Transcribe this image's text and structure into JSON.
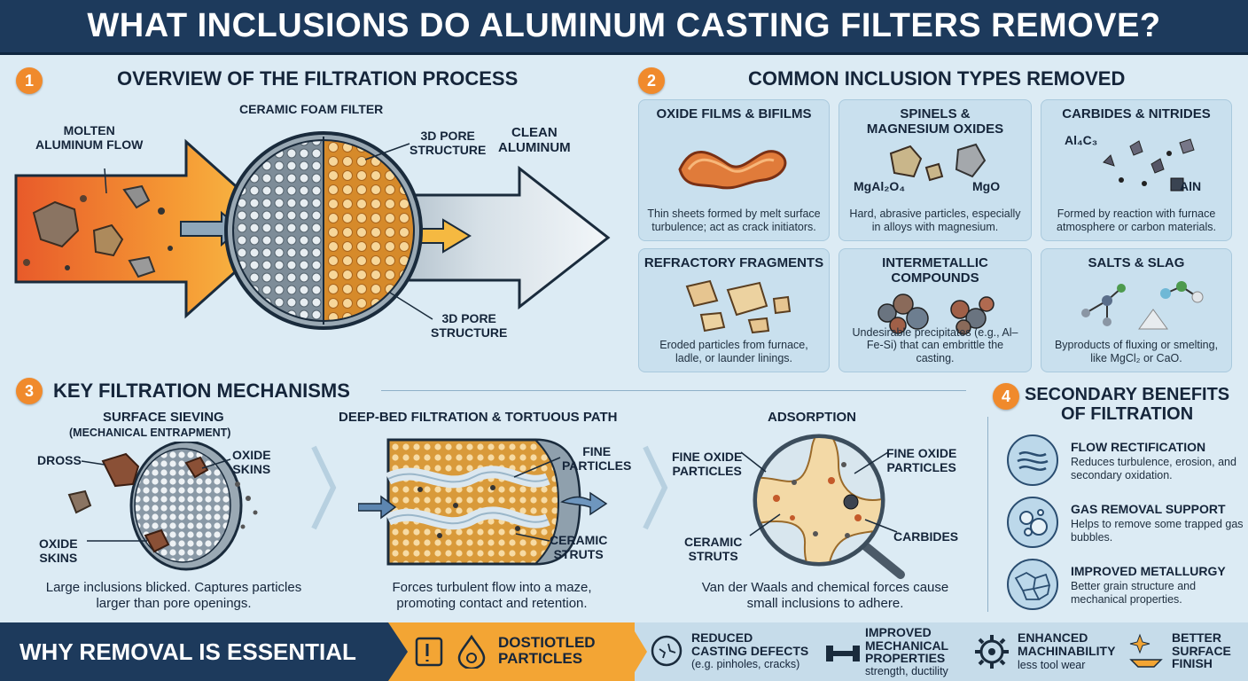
{
  "title": "WHAT INCLUSIONS DO ALUMINUM CASTING FILTERS REMOVE?",
  "colors": {
    "navy": "#1d3a5c",
    "orange": "#f08a2c",
    "panel": "#dcebf4",
    "card": "#c9e0ee"
  },
  "s1": {
    "num": "1",
    "title": "OVERVIEW OF THE FILTRATION PROCESS",
    "molten": "MOLTEN\nALUMINUM FLOW",
    "filter": "CERAMIC FOAM FILTER",
    "pore_top": "3D PORE\nSTRUCTURE",
    "clean": "CLEAN\nALUMINUM",
    "pore_bottom": "3D PORE\nSTRUCTURE"
  },
  "s2": {
    "num": "2",
    "title": "COMMON INCLUSION TYPES REMOVED",
    "cards": [
      {
        "title": "OXIDE FILMS & BIFILMS",
        "desc": "Thin sheets formed by melt surface turbulence; act as crack initiators."
      },
      {
        "title": "SPINELS &\nMAGNESIUM OXIDES",
        "desc": "Hard, abrasive particles, especially in alloys with magnesium.",
        "label_a": "MgAl₂O₄",
        "label_b": "MgO"
      },
      {
        "title": "CARBIDES & NITRIDES",
        "desc": "Formed by reaction with furnace atmosphere or carbon materials.",
        "label_a": "Al₄C₃",
        "label_b": "AlN"
      },
      {
        "title": "REFRACTORY FRAGMENTS",
        "desc": "Eroded particles from furnace, ladle, or launder linings."
      },
      {
        "title": "INTERMETALLIC\nCOMPOUNDS",
        "desc": "Undesirable precipitates (e.g., Al–Fe-Si) that can embrittle the casting."
      },
      {
        "title": "SALTS & SLAG",
        "desc": "Byproducts of fluxing or smelting, like MgCl₂ or CaO."
      }
    ]
  },
  "s3": {
    "num": "3",
    "title": "KEY FILTRATION MECHANISMS",
    "sieve_title": "SURFACE SIEVING",
    "sieve_sub": "(MECHANICAL ENTRAPMENT)",
    "dross": "DROSS",
    "oxide_skins_a": "OXIDE\nSKINS",
    "oxide_skins_b": "OXIDE\nSKINS",
    "sieve_desc": "Large inclusions blicked. Captures particles larger than pore openings.",
    "deep_title": "DEEP-BED FILTRATION & TORTUOUS PATH",
    "fine_particles": "FINE\nPARTICLES",
    "ceramic_struts": "CERAMIC\nSTRUTS",
    "deep_desc": "Forces turbulent flow into a maze, promoting contact and retention.",
    "ads_title": "ADSORPTION",
    "fine_oxide_a": "FINE OXIDE\nPARTICLES",
    "fine_oxide_b": "FINE OXIDE\nPARTICLES",
    "ads_struts": "CERAMIC\nSTRUTS",
    "carbides": "CARBIDES",
    "ads_desc": "Van der Waals and chemical forces cause small inclusions to adhere."
  },
  "s4": {
    "num": "4",
    "title": "SECONDARY BENEFITS\nOF FILTRATION",
    "items": [
      {
        "title": "FLOW RECTIFICATION",
        "desc": "Reduces turbulence, erosion, and secondary oxidation.",
        "icon": "flow-icon"
      },
      {
        "title": "GAS REMOVAL SUPPORT",
        "desc": "Helps to remove some trapped gas bubbles.",
        "icon": "bubbles-icon"
      },
      {
        "title": "IMPROVED METALLURGY",
        "desc": "Better grain structure and mechanical properties.",
        "icon": "grain-icon"
      }
    ]
  },
  "bottom": {
    "title": "WHY REMOVAL IS ESSENTIAL",
    "mid": "DOSTIOTLED\nPARTICLES",
    "items": [
      {
        "title": "REDUCED\nCASTING DEFECTS",
        "sub": "(e.g. pinholes, cracks)"
      },
      {
        "title": "IMPROVED\nMECHANICAL\nPROPERTIES",
        "sub": "strength, ductility"
      },
      {
        "title": "ENHANCED\nMACHINABILITY",
        "sub": "less tool wear"
      },
      {
        "title": "BETTER\nSURFACE\nFINISH",
        "sub": ""
      }
    ]
  }
}
